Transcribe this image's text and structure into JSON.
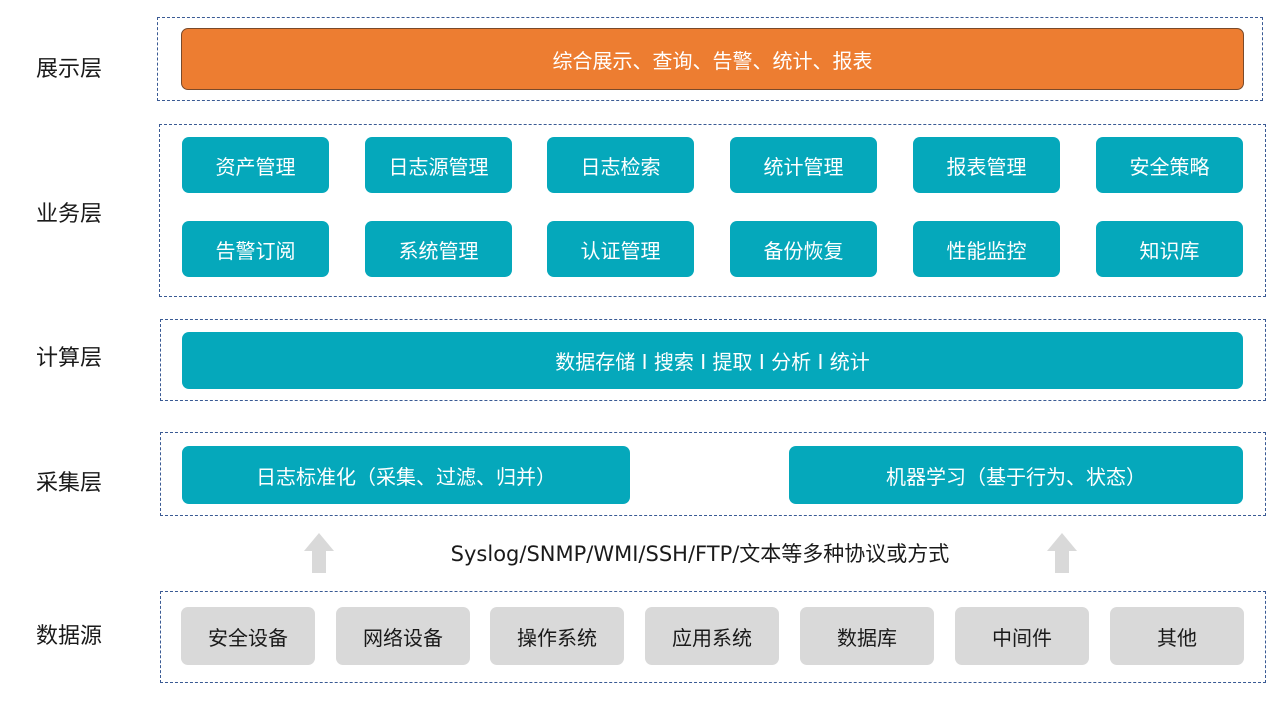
{
  "presentation": {
    "label": "展示层",
    "bar": "综合展示、查询、告警、统计、报表"
  },
  "business": {
    "label": "业务层",
    "items": [
      "资产管理",
      "日志源管理",
      "日志检索",
      "统计管理",
      "报表管理",
      "安全策略",
      "告警订阅",
      "系统管理",
      "认证管理",
      "备份恢复",
      "性能监控",
      "知识库"
    ]
  },
  "compute": {
    "label": "计算层",
    "bar": "数据存储 I 搜索 I 提取 I 分析 I 统计"
  },
  "collection": {
    "label": "采集层",
    "items": [
      "日志标准化（采集、过滤、归并）",
      "机器学习（基于行为、状态）"
    ]
  },
  "protocol": "Syslog/SNMP/WMI/SSH/FTP/文本等多种协议或方式",
  "sources": {
    "label": "数据源",
    "items": [
      "安全设备",
      "网络设备",
      "操作系统",
      "应用系统",
      "数据库",
      "中间件",
      "其他"
    ]
  },
  "colors": {
    "presentation": "#ed7d31",
    "business": "#05a8bb",
    "sources": "#d9d9d9",
    "arrow": "#d9d9d9",
    "border": "#3a5a94"
  },
  "icons": [
    "up-arrow-icon"
  ]
}
